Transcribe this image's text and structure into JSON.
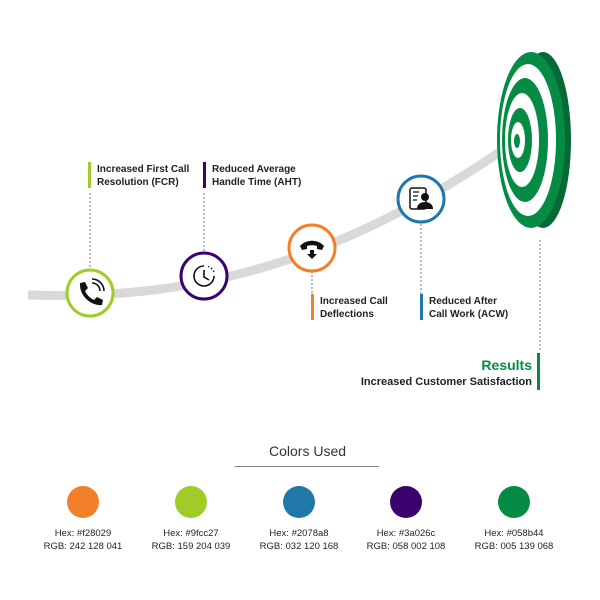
{
  "steps": [
    {
      "line1": "Increased First Call",
      "line2": "Resolution (FCR)",
      "color": "#9fcc27",
      "icon": "phone-ringing-icon"
    },
    {
      "line1": "Reduced Average",
      "line2": "Handle Time (AHT)",
      "color": "#3a026c",
      "icon": "clock-icon"
    },
    {
      "line1": "Increased Call",
      "line2": "Deflections",
      "color": "#f28029",
      "icon": "phone-down-icon"
    },
    {
      "line1": "Reduced After",
      "line2": "Call Work (ACW)",
      "color": "#2078a8",
      "icon": "agent-phone-icon"
    }
  ],
  "results": {
    "title": "Results",
    "subtitle": "Increased Customer Satisfaction",
    "color": "#058b44",
    "icon": "target-icon"
  },
  "colors_section": {
    "title": "Colors Used",
    "swatches": [
      {
        "color": "#f28029",
        "hex": "Hex: #f28029",
        "rgb": "RGB: 242  128  041"
      },
      {
        "color": "#9fcc27",
        "hex": "Hex: #9fcc27",
        "rgb": "RGB: 159  204  039"
      },
      {
        "color": "#2078a8",
        "hex": "Hex: #2078a8",
        "rgb": "RGB: 032  120  168"
      },
      {
        "color": "#3a026c",
        "hex": "Hex: #3a026c",
        "rgb": "RGB: 058  002  108"
      },
      {
        "color": "#058b44",
        "hex": "Hex: #058b44",
        "rgb": "RGB: 005  139  068"
      }
    ]
  }
}
